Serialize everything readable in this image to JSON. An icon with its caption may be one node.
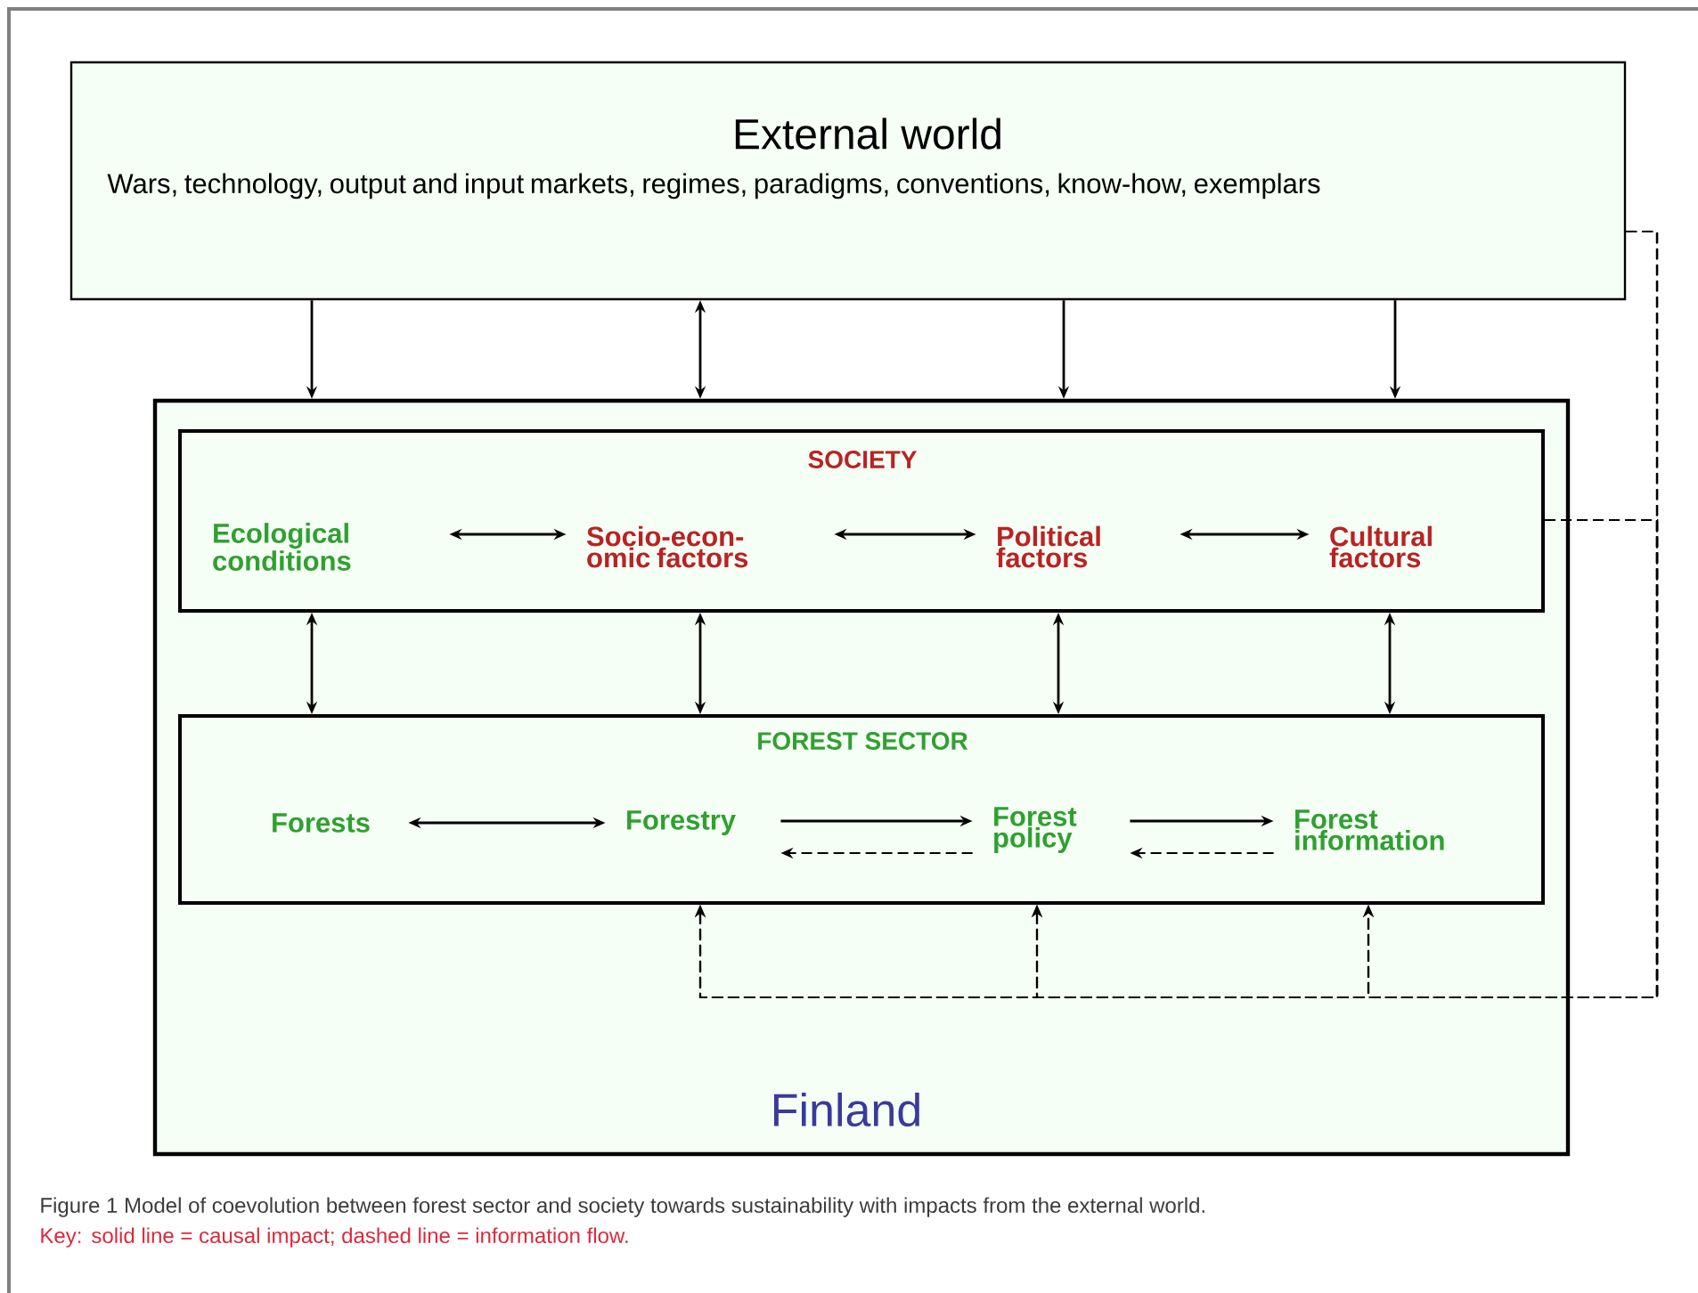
{
  "diagram": {
    "caption": "Figure 1 Model of coevolution between forest sector and society towards sustainability with impacts from the external world.",
    "nodes": [
      {
        "text": [
          "External world",
          "Wars, technology, output and input markets, regimes, paradigms, conventions, know-how, exemplars"
        ]
      },
      {
        "text": [
          "Finland"
        ]
      },
      {
        "text": [
          "SOCIETY"
        ],
        "in": 1
      },
      {
        "text": [
          "Ecological conditions"
        ],
        "in": 2
      },
      {
        "text": [
          "Socio-econ- omic factors"
        ],
        "in": 2
      },
      {
        "text": [
          "Political factors"
        ],
        "in": 2
      },
      {
        "text": [
          "Cultural factors"
        ],
        "in": 2
      },
      {
        "text": [
          "FOREST SECTOR"
        ],
        "in": 1
      },
      {
        "text": [
          "Forests"
        ],
        "in": 7
      },
      {
        "text": [
          "Forestry"
        ],
        "in": 7
      },
      {
        "text": [
          "Forest policy"
        ],
        "in": 7
      },
      {
        "text": [
          "Forest information"
        ],
        "in": 7
      }
    ],
    "edges": [
      {
        "from": 0,
        "to": 1,
        "arrow": "to"
      },
      {
        "from": 0,
        "to": 1,
        "arrow": "both"
      },
      {
        "from": 0,
        "to": 1,
        "arrow": "to"
      },
      {
        "from": 0,
        "to": 1,
        "arrow": "to"
      },
      {
        "from": 3,
        "to": 4,
        "arrow": "both"
      },
      {
        "from": 4,
        "to": 5,
        "arrow": "both"
      },
      {
        "from": 5,
        "to": 6,
        "arrow": "both"
      },
      {
        "from": 2,
        "to": 7,
        "arrow": "both"
      },
      {
        "from": 2,
        "to": 7,
        "arrow": "both"
      },
      {
        "from": 2,
        "to": 7,
        "arrow": "both"
      },
      {
        "from": 2,
        "to": 7,
        "arrow": "both"
      },
      {
        "from": 8,
        "to": 9,
        "arrow": "both"
      },
      {
        "from": 9,
        "to": 10,
        "arrow": "to"
      },
      {
        "from": 10,
        "to": 9,
        "arrow": "to",
        "style": "dashed"
      },
      {
        "from": 10,
        "to": 11,
        "arrow": "to"
      },
      {
        "from": 11,
        "to": 10,
        "arrow": "to",
        "style": "dashed"
      },
      {
        "from": 0,
        "to": 7,
        "arrow": "to",
        "style": "dashed"
      },
      {
        "from": 0,
        "to": 7,
        "arrow": "to",
        "style": "dashed"
      },
      {
        "from": 0,
        "to": 7,
        "arrow": "to",
        "style": "dashed"
      },
      {
        "from": 2,
        "to": 7,
        "arrow": "to",
        "style": "dashed"
      },
      {
        "from": 2,
        "to": 7,
        "arrow": "to",
        "style": "dashed"
      },
      {
        "from": 2,
        "to": 7,
        "arrow": "to",
        "style": "dashed"
      }
    ],
    "labels": [
      "Key: solid line = causal impact; dashed line = information flow."
    ]
  }
}
